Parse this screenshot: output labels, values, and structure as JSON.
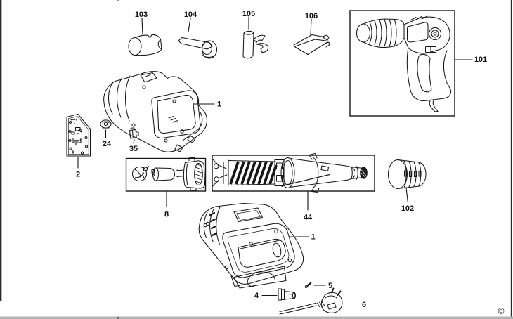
{
  "page": {
    "background": "#ffffff",
    "line_color": "#161616",
    "footer_bar_color": "#b3b3b3",
    "copyright": "©"
  },
  "callouts": {
    "c103": "103",
    "c104": "104",
    "c105": "105",
    "c106": "106",
    "c101": "101",
    "c1_top": "1",
    "c2": "2",
    "c24": "24",
    "c35": "35",
    "c8": "8",
    "c44": "44",
    "c102": "102",
    "c1_bottom": "1",
    "c4": "4",
    "c5": "5",
    "c6": "6"
  }
}
